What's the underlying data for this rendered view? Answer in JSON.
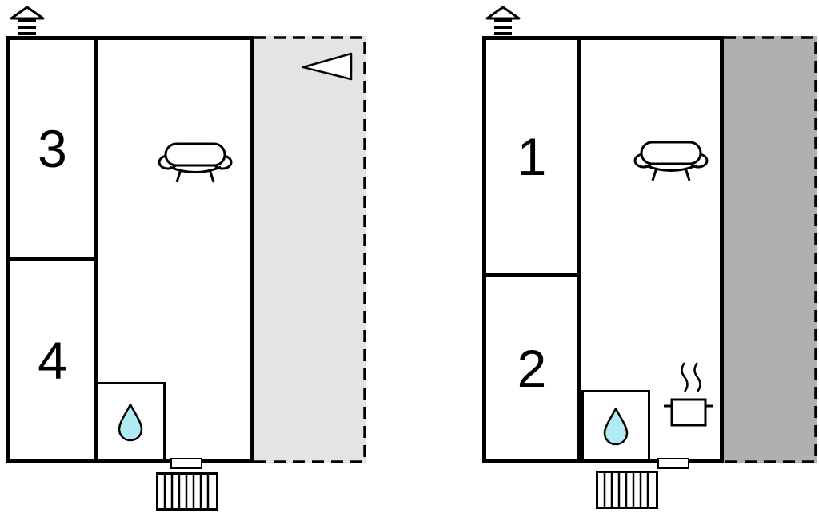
{
  "diagram": {
    "type": "floor-plan",
    "colors": {
      "wall": "#000000",
      "water_drop": "#b0eaf2",
      "background": "#ffffff"
    },
    "floorplans": [
      {
        "name": "unit-left",
        "rooms": [
          {
            "label": "3"
          },
          {
            "label": "4"
          }
        ],
        "terrace": {
          "color": "#e4e4e4",
          "style": "dashed-outline"
        },
        "icons": [
          "chimney-icon",
          "north-arrow-icon",
          "sofa-icon",
          "water-drop-icon",
          "entrance-door",
          "stairs-icon"
        ]
      },
      {
        "name": "unit-right",
        "rooms": [
          {
            "label": "1"
          },
          {
            "label": "2"
          }
        ],
        "terrace": {
          "color": "#b0b0b0",
          "style": "dashed-outline"
        },
        "icons": [
          "chimney-icon",
          "sofa-icon",
          "water-drop-icon",
          "cooking-pot-icon",
          "entrance-door",
          "stairs-icon"
        ]
      }
    ]
  }
}
